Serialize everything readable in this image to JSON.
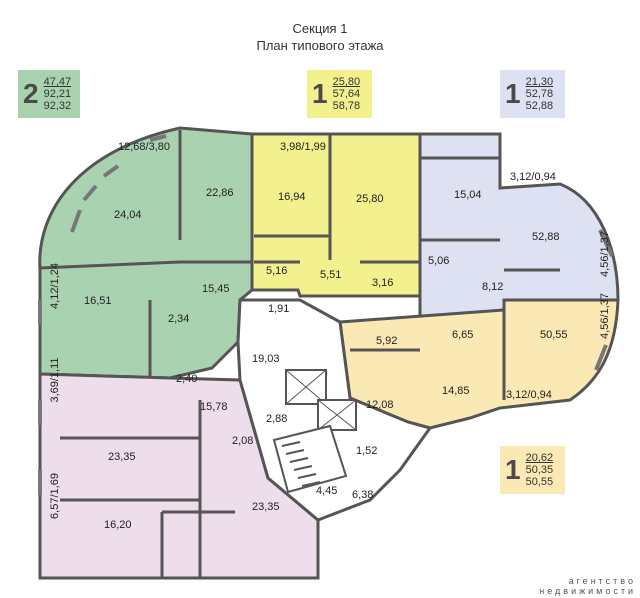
{
  "header": {
    "title": "Секция 1",
    "subtitle": "План типового этажа"
  },
  "apartments": [
    {
      "rooms": "2",
      "a1": "47,47",
      "a2": "92,21",
      "a3": "92,32",
      "color": "#a9d3b0"
    },
    {
      "rooms": "1",
      "a1": "25,80",
      "a2": "57,64",
      "a3": "58,78",
      "color": "#f3f08e"
    },
    {
      "rooms": "1",
      "a1": "21,30",
      "a2": "52,78",
      "a3": "52,88",
      "color": "#dde1f1"
    },
    {
      "rooms": "1",
      "a1": "20,62",
      "a2": "50,35",
      "a3": "50,55",
      "color": "#fbe9b5"
    }
  ],
  "rooms": {
    "r1268": "12,68/3,80",
    "r2404": "24,04",
    "r2286": "22,86",
    "r1651": "16,51",
    "r1545": "15,45",
    "r412": "4,12/1,24",
    "r234": "2,34",
    "r240": "2,40",
    "r398": "3,98/1,99",
    "r1694": "16,94",
    "r2580": "25,80",
    "r516": "5,16",
    "r551": "5,51",
    "r316": "3,16",
    "r191": "1,91",
    "r1504": "15,04",
    "r312a": "3,12/0,94",
    "r5288": "52,88",
    "r506": "5,06",
    "r812": "8,12",
    "r456a": "4,56/1,37",
    "r592": "5,92",
    "r665": "6,65",
    "r5055": "50,55",
    "r456b": "4,56/1,37",
    "r1485": "14,85",
    "r312b": "3,12/0,94",
    "r1903": "19,03",
    "r369": "3,69/1,11",
    "r1578": "15,78",
    "r288": "2,88",
    "r1208": "12,08",
    "r208": "2,08",
    "r152": "1,52",
    "r2335a": "23,35",
    "r657": "6,57/1,69",
    "r445": "4,45",
    "r638": "6,38",
    "r2335b": "23,35",
    "r1620": "16,20"
  },
  "watermark": {
    "line1": "агентство",
    "line2": "недвижимости"
  }
}
